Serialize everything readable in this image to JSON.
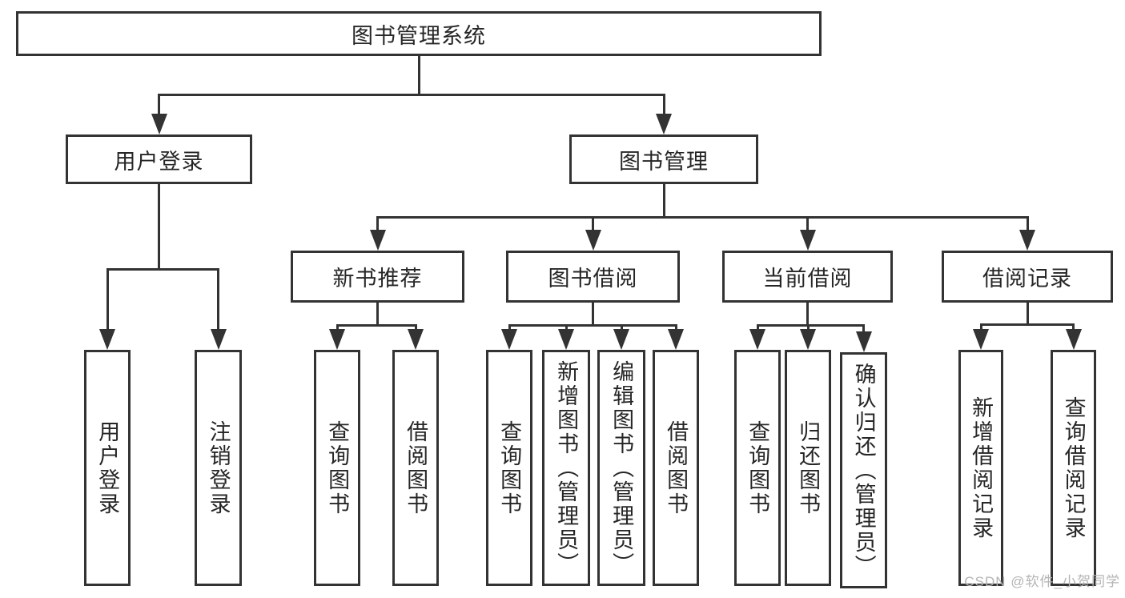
{
  "colors": {
    "line": "#333333",
    "box_border": "#333333",
    "text": "#262626",
    "background": "#ffffff",
    "watermark": "#b4b4b4"
  },
  "tree": {
    "root": {
      "label": "图书管理系统"
    },
    "branches": [
      {
        "label": "用户登录",
        "children": [
          {
            "label": "用户登录"
          },
          {
            "label": "注销登录"
          }
        ]
      },
      {
        "label": "图书管理",
        "children": [
          {
            "label": "新书推荐",
            "children": [
              {
                "label": "查询图书"
              },
              {
                "label": "借阅图书"
              }
            ]
          },
          {
            "label": "图书借阅",
            "children": [
              {
                "label": "查询图书"
              },
              {
                "label": "新增图书（管理员）"
              },
              {
                "label": "编辑图书（管理员）"
              },
              {
                "label": "借阅图书"
              }
            ]
          },
          {
            "label": "当前借阅",
            "children": [
              {
                "label": "查询图书"
              },
              {
                "label": "归还图书"
              },
              {
                "label": "确认归还（管理员）"
              }
            ]
          },
          {
            "label": "借阅记录",
            "children": [
              {
                "label": "新增借阅记录"
              },
              {
                "label": "查询借阅记录"
              }
            ]
          }
        ]
      }
    ]
  },
  "watermark": {
    "text": "CSDN @软件_小贺同学"
  }
}
